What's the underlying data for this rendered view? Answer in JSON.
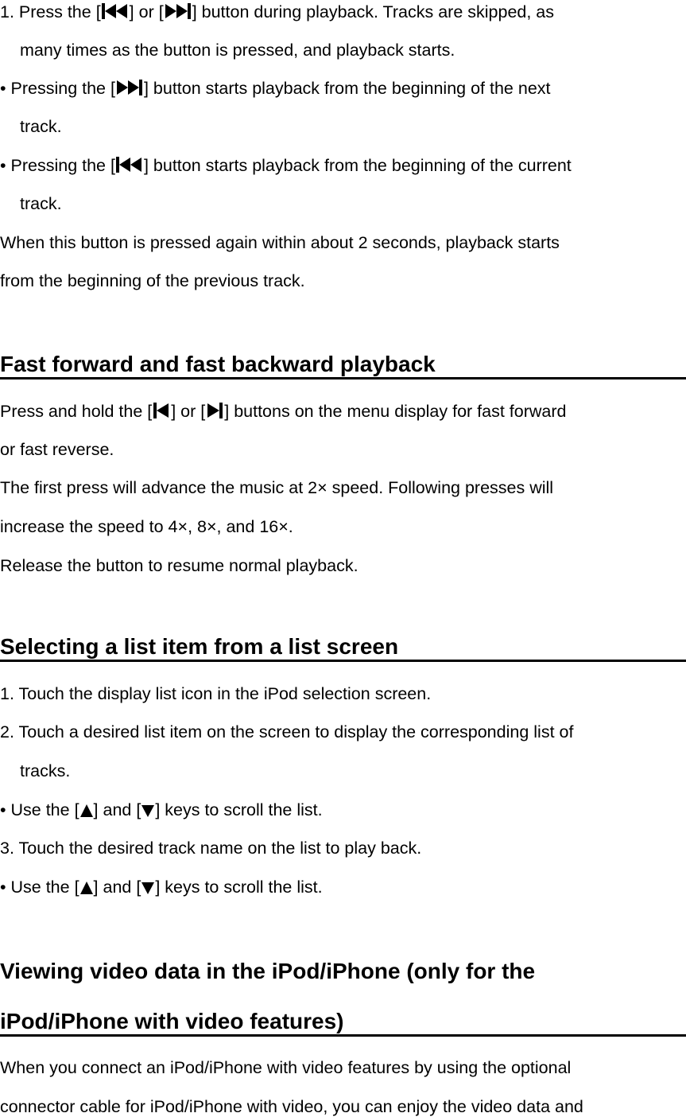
{
  "icons": {
    "skip_back": "skip-back-icon",
    "skip_forward": "skip-forward-icon",
    "fast_back": "rewind-icon",
    "fast_forward": "fast-forward-icon",
    "up": "up-arrow-icon",
    "down": "down-arrow-icon"
  },
  "intro": {
    "l1a": "1. Press the [",
    "l1b": "] or [",
    "l1c": "] button during playback. Tracks are skipped, as",
    "l2": "many times as the button is pressed, and playback starts.",
    "l3a": "• Pressing the [",
    "l3b": "] button starts playback from the beginning of the next",
    "l4": "track.",
    "l5a": "• Pressing the [",
    "l5b": "] button starts playback from the beginning of the current",
    "l6": "track.",
    "l7": "When this button is pressed again within about 2 seconds, playback starts",
    "l8": "from the beginning of the previous track."
  },
  "section_fast": {
    "heading": "Fast forward and fast backward playback",
    "l1a": "Press and hold the [",
    "l1b": "] or [",
    "l1c": "] buttons on the menu display for fast forward",
    "l2": "or fast reverse.",
    "l3": "The first press will advance the music at 2×  speed. Following presses will",
    "l4": "increase the speed to 4×, 8×, and 16×.",
    "l5": "Release the button to resume normal playback."
  },
  "section_list": {
    "heading": "Selecting a list item from a list screen",
    "l1": "1. Touch the display list icon in the iPod selection screen.",
    "l2": "2. Touch a desired list item on the screen to display the corresponding list of",
    "l3": "tracks.",
    "l4a": "• Use the [",
    "l4b": "] and [",
    "l4c": "] keys to scroll the list.",
    "l5": "3. Touch the desired track name on the list to play back.",
    "l6a": "• Use the [",
    "l6b": "] and [",
    "l6c": "] keys to scroll the list."
  },
  "section_video": {
    "heading_l1": "Viewing video data in the iPod/iPhone (only for the",
    "heading_l2": "iPod/iPhone with video features)",
    "l1": "When you connect an iPod/iPhone with video features by using the optional",
    "l2": "connector cable for iPod/iPhone with video, you can enjoy the video data and"
  }
}
